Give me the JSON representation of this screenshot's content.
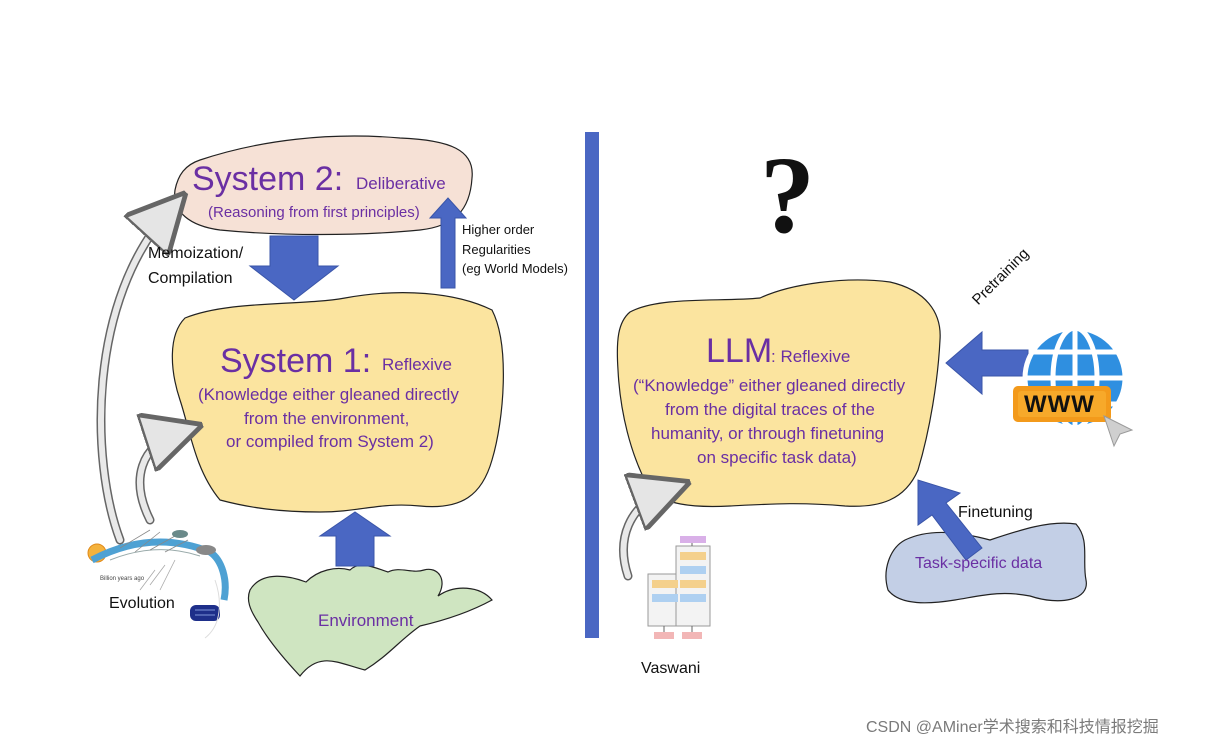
{
  "colors": {
    "purple_text": "#6a2fa3",
    "system2_fill": "#f6e1d6",
    "blob_fill": "#fbe49f",
    "environment_fill": "#cfe5c1",
    "task_data_fill": "#c3cfe6",
    "arrow_fill": "#4a67c3",
    "divider": "#4a67c3"
  },
  "left": {
    "system2": {
      "title": "System 2:",
      "subtitle": "Deliberative",
      "detail": "(Reasoning from first principles)"
    },
    "memoization_label": [
      "Memoization/",
      "Compilation"
    ],
    "higher_order_label": [
      "Higher order",
      "Regularities",
      "(eg World Models)"
    ],
    "system1": {
      "title": "System 1:",
      "subtitle": "Reflexive",
      "detail": [
        "(Knowledge either gleaned directly",
        "from the environment,",
        "or compiled from System 2)"
      ]
    },
    "environment_label": "Environment",
    "evolution_label": "Evolution",
    "evolution_image_caption": "Billion years ago"
  },
  "right": {
    "question_mark": "?",
    "llm": {
      "title": "LLM",
      "subtitle": ": Reflexive",
      "detail": [
        "(“Knowledge” either gleaned directly",
        "from the digital traces of the",
        "humanity, or through finetuning",
        "on specific task data)"
      ]
    },
    "pretraining_label": "Pretraining",
    "www_badge": "WWW",
    "finetuning_label": "Finetuning",
    "task_data_label": "Task-specific data",
    "vaswani_label": "Vaswani"
  },
  "watermark": "CSDN @AMiner学术搜索和科技情报挖掘",
  "icons": [
    "globe-icon",
    "cursor-icon",
    "transformer-diagram-icon",
    "evolution-timeline-icon"
  ]
}
